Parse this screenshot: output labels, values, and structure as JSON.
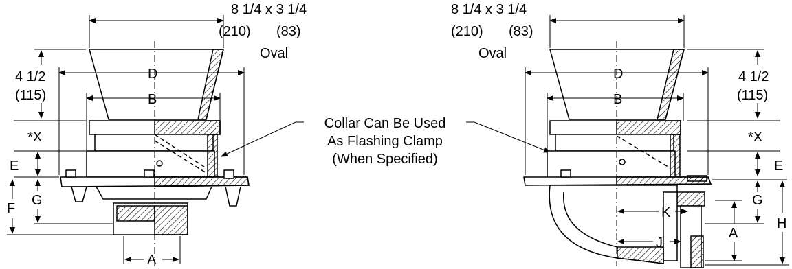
{
  "left_view": {
    "top_dim_line1": "8 1/4 x 3 1/4",
    "top_dim_mm_a": "(210)",
    "top_dim_mm_b": "(83)",
    "top_dim_shape": "Oval",
    "height_in": "4 1/2",
    "height_mm": "(115)",
    "dim_d": "D",
    "dim_b": "B",
    "dim_x": "*X",
    "dim_e": "E",
    "dim_f": "F",
    "dim_g": "G",
    "dim_a": "A"
  },
  "right_view": {
    "top_dim_line1": "8 1/4 x 3 1/4",
    "top_dim_mm_a": "(210)",
    "top_dim_mm_b": "(83)",
    "top_dim_shape": "Oval",
    "height_in": "4 1/2",
    "height_mm": "(115)",
    "dim_d": "D",
    "dim_b": "B",
    "dim_x": "*X",
    "dim_e": "E",
    "dim_g": "G",
    "dim_h": "H",
    "dim_k": "K",
    "dim_j": "J",
    "dim_a": "A"
  },
  "callout": {
    "line1": "Collar Can Be Used",
    "line2": "As Flashing Clamp",
    "line3": "(When Specified)"
  }
}
